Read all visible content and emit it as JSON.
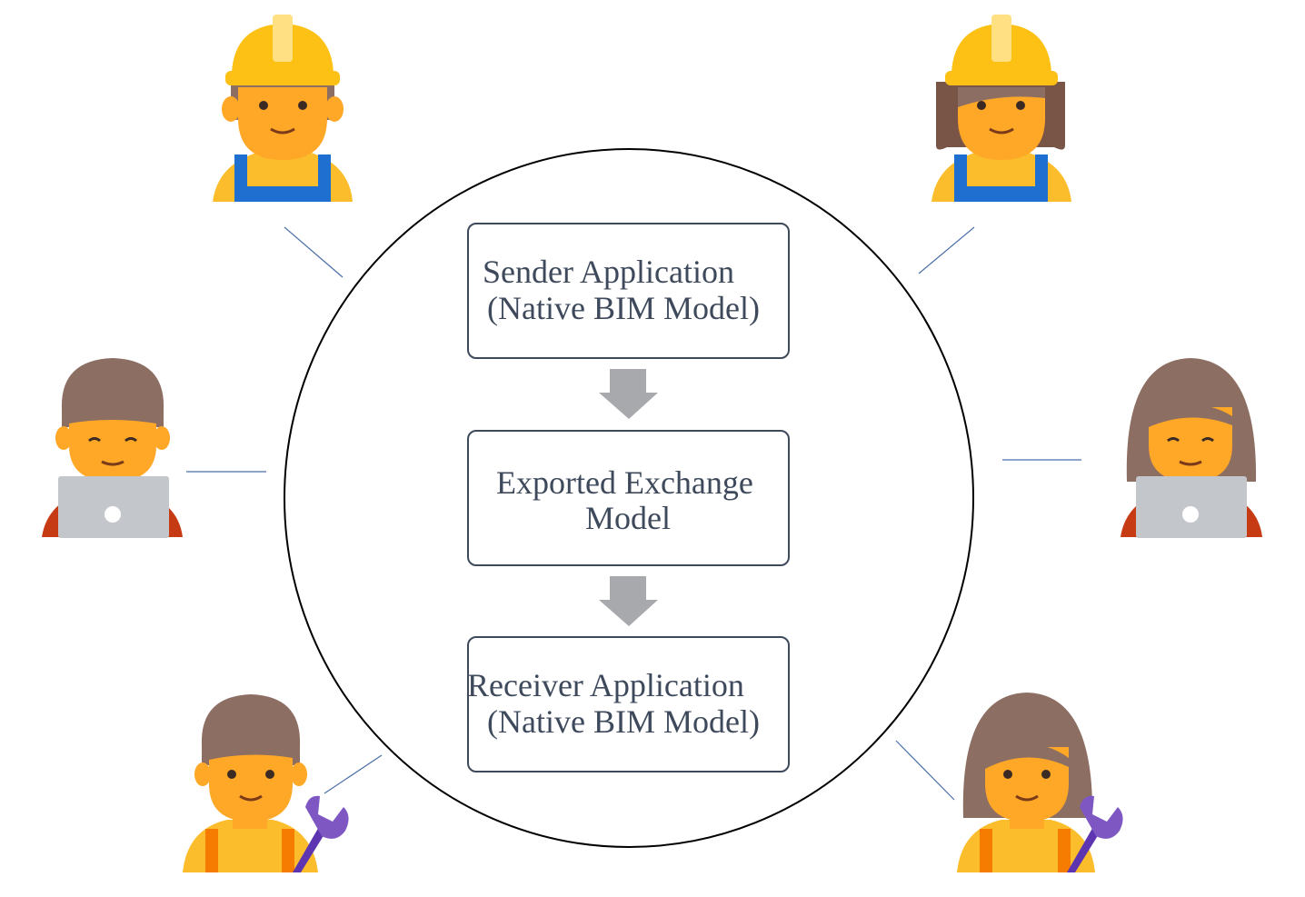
{
  "diagram": {
    "steps": [
      {
        "line1": "Sender Application",
        "line2": "(Native BIM Model)"
      },
      {
        "line1": "Exported Exchange",
        "line2": "Model"
      },
      {
        "line1": "Receiver Application",
        "line2": "(Native BIM Model)"
      }
    ],
    "people": [
      {
        "icon": "construction-worker-man-icon"
      },
      {
        "icon": "construction-worker-woman-icon"
      },
      {
        "icon": "man-at-laptop-icon"
      },
      {
        "icon": "woman-at-laptop-icon"
      },
      {
        "icon": "mechanic-man-icon"
      },
      {
        "icon": "mechanic-woman-icon"
      }
    ],
    "colors": {
      "circle": "#000000",
      "box_border": "#3e4a5c",
      "text": "#3e4a5c",
      "arrow": "#a7a9ad",
      "connector": "#4a6ea8",
      "skin": "#ffa726",
      "hard_hat": "#fdc115",
      "overalls": "#1e6fd0",
      "shirt": "#fbbd2b",
      "hair": "#8d6e63",
      "laptop": "#c3c7cb",
      "sleeve": "#c63b14",
      "wrench": "#7e57c2"
    }
  }
}
